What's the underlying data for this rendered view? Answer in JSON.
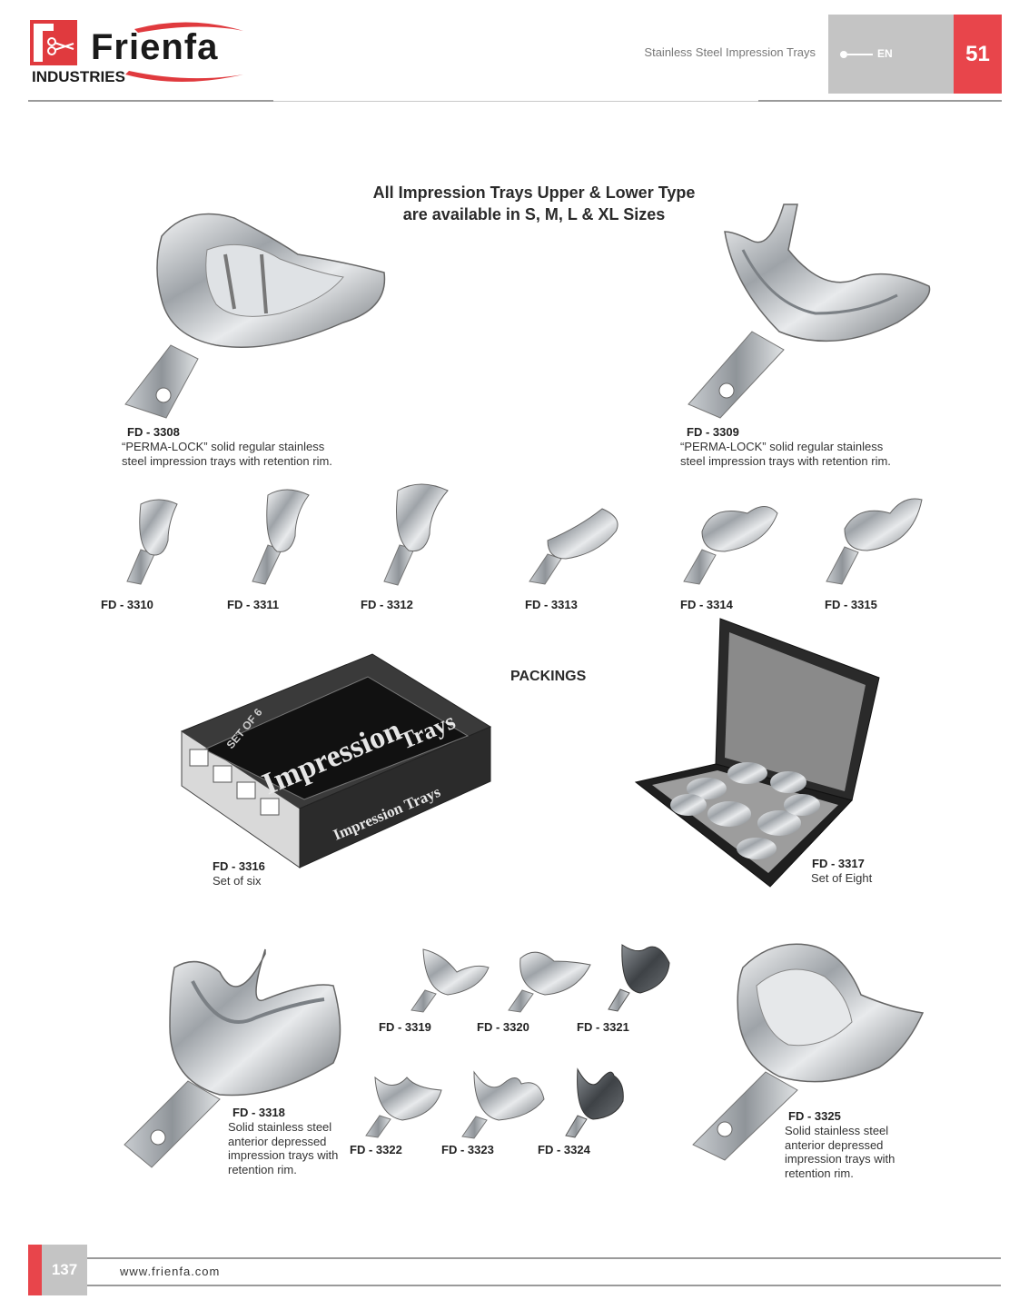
{
  "header": {
    "brand": "Frienfa",
    "brand_sub": "INDUSTRIES",
    "section_title": "Stainless Steel Impression Trays",
    "language": "EN",
    "section_number": "51"
  },
  "headline": {
    "line1": "All Impression Trays Upper & Lower Type",
    "line2": "are available in S, M, L & XL Sizes"
  },
  "products": {
    "p3308": {
      "code": "FD - 3308",
      "desc1": "“PERMA-LOCK” solid regular stainless",
      "desc2": "steel impression trays with retention rim."
    },
    "p3309": {
      "code": "FD - 3309",
      "desc1": "“PERMA-LOCK” solid regular stainless",
      "desc2": "steel impression trays with retention rim."
    },
    "p3310": {
      "code": "FD - 3310"
    },
    "p3311": {
      "code": "FD - 3311"
    },
    "p3312": {
      "code": "FD - 3312"
    },
    "p3313": {
      "code": "FD - 3313"
    },
    "p3314": {
      "code": "FD - 3314"
    },
    "p3315": {
      "code": "FD - 3315"
    },
    "p3316": {
      "code": "FD - 3316",
      "desc1": "Set of six",
      "box_main": "Impression",
      "box_main2": "Trays",
      "box_side": "Impression Trays",
      "box_badge": "SET OF 6"
    },
    "p3317": {
      "code": "FD - 3317",
      "desc1": "Set of Eight"
    },
    "p3318": {
      "code": "FD - 3318",
      "desc1": "Solid stainless steel",
      "desc2": "anterior depressed",
      "desc3": "impression trays with",
      "desc4": "retention rim."
    },
    "p3319": {
      "code": "FD - 3319"
    },
    "p3320": {
      "code": "FD - 3320"
    },
    "p3321": {
      "code": "FD - 3321"
    },
    "p3322": {
      "code": "FD - 3322"
    },
    "p3323": {
      "code": "FD - 3323"
    },
    "p3324": {
      "code": "FD - 3324"
    },
    "p3325": {
      "code": "FD - 3325",
      "desc1": "Solid stainless steel",
      "desc2": "anterior depressed",
      "desc3": "impression trays with",
      "desc4": "retention rim."
    }
  },
  "packings_title": "PACKINGS",
  "footer": {
    "page_number": "137",
    "website": "www.frienfa.com"
  },
  "colors": {
    "brand_red": "#e8454b",
    "header_gray": "#c4c4c4",
    "steel": "#b9bdc2"
  }
}
